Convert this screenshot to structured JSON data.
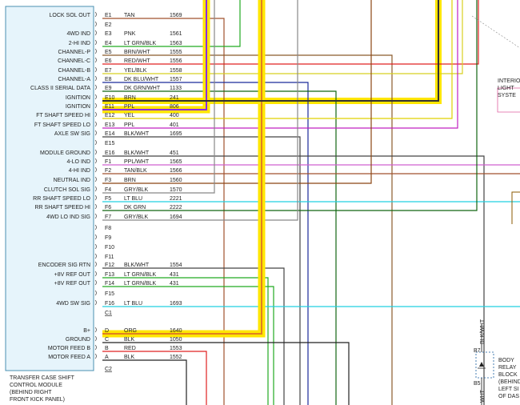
{
  "module": {
    "name_lines": [
      "TRANSFER CASE SHIFT",
      "CONTROL MODULE",
      "(BEHIND RIGHT",
      "FRONT KICK PANEL)"
    ],
    "connector_c1": "C1",
    "connector_c2": "C2"
  },
  "pins": [
    {
      "func": "LOCK SOL OUT",
      "pin": "E1",
      "color": "TAN",
      "circuit": "1569",
      "wire": "#a0522d"
    },
    {
      "func": "",
      "pin": "E2",
      "color": "",
      "circuit": "",
      "wire": null
    },
    {
      "func": "4WD IND",
      "pin": "E3",
      "color": "PNK",
      "circuit": "1561",
      "wire": null
    },
    {
      "func": "2-HI IND",
      "pin": "E4",
      "color": "LT GRN/BLK",
      "circuit": "1563",
      "wire": "#22aa22"
    },
    {
      "func": "CHANNEL-P",
      "pin": "E5",
      "color": "BRN/WHT",
      "circuit": "1555",
      "wire": "#8b5a2b"
    },
    {
      "func": "CHANNEL-C",
      "pin": "E6",
      "color": "RED/WHT",
      "circuit": "1556",
      "wire": "#e02020"
    },
    {
      "func": "CHANNEL-B",
      "pin": "E7",
      "color": "YEL/BLK",
      "circuit": "1558",
      "wire": "#d8d020"
    },
    {
      "func": "CHANNEL-A",
      "pin": "E8",
      "color": "DK BLU/WHT",
      "circuit": "1557",
      "wire": "#1a2a9a"
    },
    {
      "func": "CLASS II SERIAL DATA",
      "pin": "E9",
      "color": "DK GRN/WHT",
      "circuit": "1133",
      "wire": "#116611"
    },
    {
      "func": "IGNITION",
      "pin": "E10",
      "color": "BRN",
      "circuit": "241",
      "wire": "#8b4513"
    },
    {
      "func": "IGNITION",
      "pin": "E11",
      "color": "PPL",
      "circuit": "806",
      "wire": "#8a2be2"
    },
    {
      "func": "FT SHAFT SPEED HI",
      "pin": "E12",
      "color": "YEL",
      "circuit": "400",
      "wire": "#e0d000"
    },
    {
      "func": "FT SHAFT SPEED LO",
      "pin": "E13",
      "color": "PPL",
      "circuit": "401",
      "wire": "#c020c0"
    },
    {
      "func": "AXLE SW SIG",
      "pin": "E14",
      "color": "BLK/WHT",
      "circuit": "1695",
      "wire": "#444444"
    },
    {
      "func": "",
      "pin": "E15",
      "color": "",
      "circuit": "",
      "wire": null
    },
    {
      "func": "MODULE GROUND",
      "pin": "E16",
      "color": "BLK/WHT",
      "circuit": "451",
      "wire": "#444444"
    },
    {
      "func": "4-LO IND",
      "pin": "F1",
      "color": "PPL/WHT",
      "circuit": "1565",
      "wire": "#d060d0"
    },
    {
      "func": "4-HI IND",
      "pin": "F2",
      "color": "TAN/BLK",
      "circuit": "1566",
      "wire": "#a0522d"
    },
    {
      "func": "NEUTRAL IND",
      "pin": "F3",
      "color": "BRN",
      "circuit": "1560",
      "wire": "#8b4513"
    },
    {
      "func": "CLUTCH SOL SIG",
      "pin": "F4",
      "color": "GRY/BLK",
      "circuit": "1570",
      "wire": "#888888"
    },
    {
      "func": "RR SHAFT SPEED LO",
      "pin": "F5",
      "color": "LT BLU",
      "circuit": "2221",
      "wire": "#20d0e0"
    },
    {
      "func": "RR SHAFT SPEED HI",
      "pin": "F6",
      "color": "DK GRN",
      "circuit": "2222",
      "wire": "#116611"
    },
    {
      "func": "4WD LO IND SIG",
      "pin": "F7",
      "color": "GRY/BLK",
      "circuit": "1694",
      "wire": "#888888"
    },
    {
      "func": "",
      "pin": "F8",
      "color": "",
      "circuit": "",
      "wire": null
    },
    {
      "func": "",
      "pin": "F9",
      "color": "",
      "circuit": "",
      "wire": null
    },
    {
      "func": "",
      "pin": "F10",
      "color": "",
      "circuit": "",
      "wire": null
    },
    {
      "func": "",
      "pin": "F11",
      "color": "",
      "circuit": "",
      "wire": null
    },
    {
      "func": "ENCODER SIG RTN",
      "pin": "F12",
      "color": "BLK/WHT",
      "circuit": "1554",
      "wire": "#444444"
    },
    {
      "func": "+8V REF OUT",
      "pin": "F13",
      "color": "LT GRN/BLK",
      "circuit": "431",
      "wire": "#22aa22"
    },
    {
      "func": "+8V REF OUT",
      "pin": "F14",
      "color": "LT GRN/BLK",
      "circuit": "431",
      "wire": "#22aa22"
    },
    {
      "func": "",
      "pin": "F15",
      "color": "",
      "circuit": "",
      "wire": null
    },
    {
      "func": "4WD SW SIG",
      "pin": "F16",
      "color": "LT BLU",
      "circuit": "1693",
      "wire": "#20d0e0"
    },
    {
      "func": "B+",
      "pin": "D",
      "color": "ORG",
      "circuit": "1640",
      "wire": "#e08020"
    },
    {
      "func": "GROUND",
      "pin": "C",
      "color": "BLK",
      "circuit": "1050",
      "wire": "#222222"
    },
    {
      "func": "MOTOR FEED B",
      "pin": "B",
      "color": "RED",
      "circuit": "1553",
      "wire": "#e02020"
    },
    {
      "func": "MOTOR FEED A",
      "pin": "A",
      "color": "BLK",
      "circuit": "1552",
      "wire": "#222222"
    }
  ],
  "right_labels": {
    "interior_lines": [
      "INTERIO",
      "LIGHT",
      "SYSTE"
    ],
    "relay_lines": [
      "BODY",
      "RELAY",
      "BLOCK",
      "(BEHIND",
      "LEFT SI",
      "OF DAS"
    ],
    "relay_pin_top": "B7",
    "relay_pin_bottom": "B5",
    "vertical_wire_label": "BLK/WHT",
    "vertical_wire_label_2": "WHT"
  },
  "highlight_color": "#ffe600"
}
